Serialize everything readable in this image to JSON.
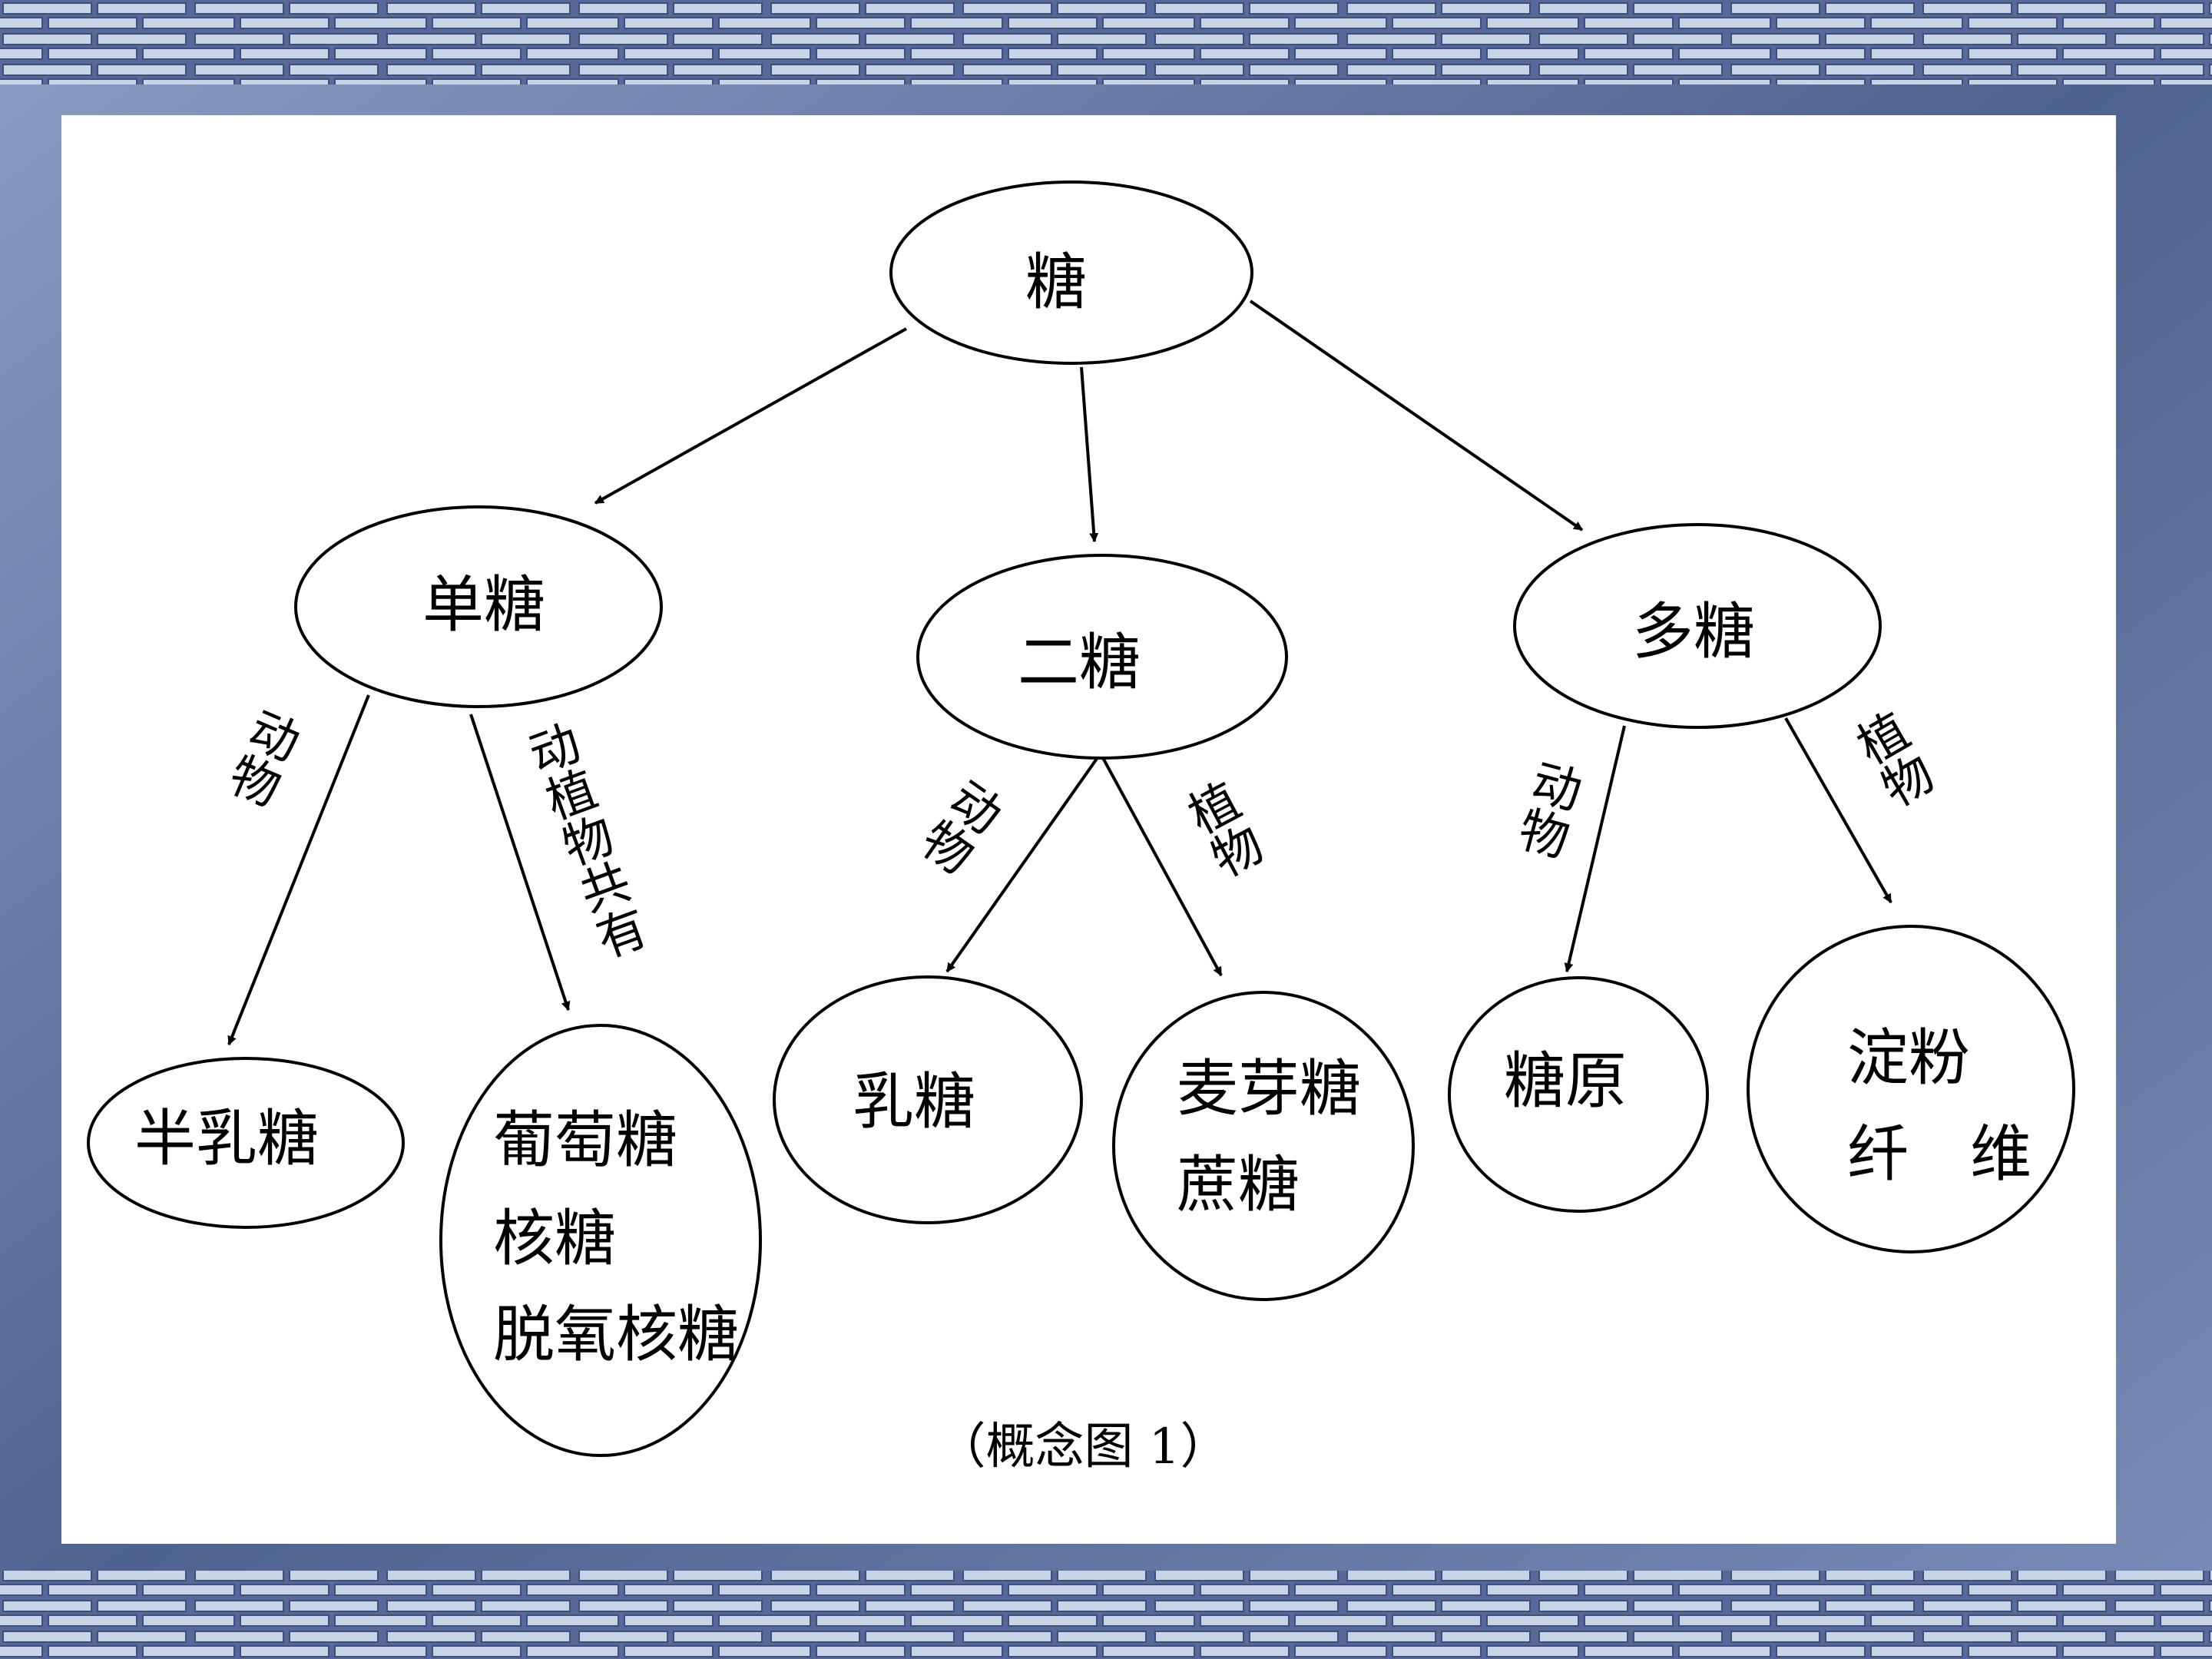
{
  "colors": {
    "background": "#5f73a0",
    "panel": "#ffffff",
    "brick_light": "#c9d3e6",
    "brick_dark": "#3e4f79",
    "ink": "#000000"
  },
  "diagram": {
    "root": "糖",
    "level1": {
      "mono": "单糖",
      "di": "二糖",
      "poly": "多糖"
    },
    "leaves": {
      "galactose": [
        "半乳糖"
      ],
      "mono_shared": [
        "葡萄糖",
        "核糖",
        "脱氧核糖"
      ],
      "lactose": [
        "乳糖"
      ],
      "di_plant": [
        "麦芽糖",
        "蔗糖"
      ],
      "glycogen": [
        "糖原"
      ],
      "poly_plant": [
        "淀粉",
        "纤　维"
      ]
    },
    "edge_labels": {
      "animal": "动物",
      "plant": "植物",
      "both": "动植物共有"
    },
    "caption": "（概念图 1）"
  }
}
